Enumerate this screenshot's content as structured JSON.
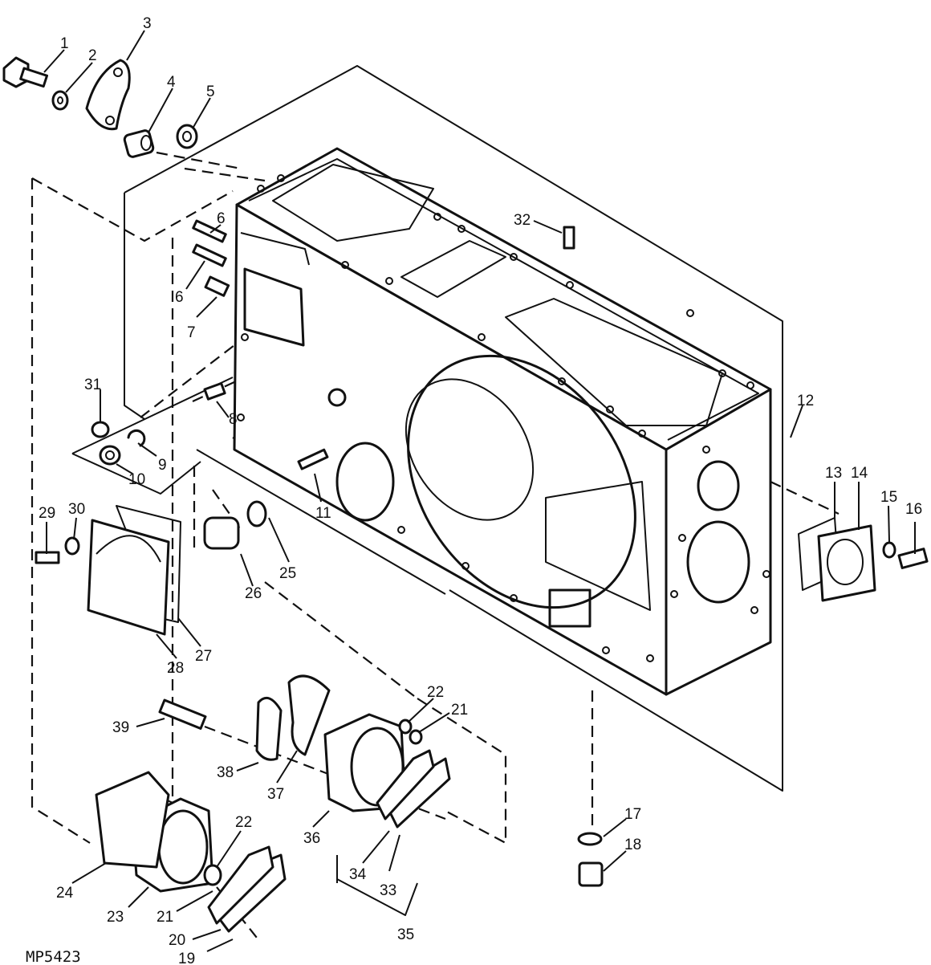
{
  "figure": {
    "id": "MP5423",
    "colors": {
      "ink": "#111111",
      "paper": "#ffffff",
      "shading": "#888888"
    }
  },
  "callouts": [
    "1",
    "2",
    "3",
    "4",
    "5",
    "6",
    "6",
    "7",
    "8",
    "9",
    "10",
    "11",
    "12",
    "13",
    "14",
    "15",
    "16",
    "17",
    "18",
    "19",
    "20",
    "21",
    "21",
    "22",
    "22",
    "23",
    "24",
    "25",
    "26",
    "27",
    "28",
    "29",
    "30",
    "31",
    "32",
    "33",
    "34",
    "35",
    "36",
    "37",
    "38",
    "39"
  ]
}
